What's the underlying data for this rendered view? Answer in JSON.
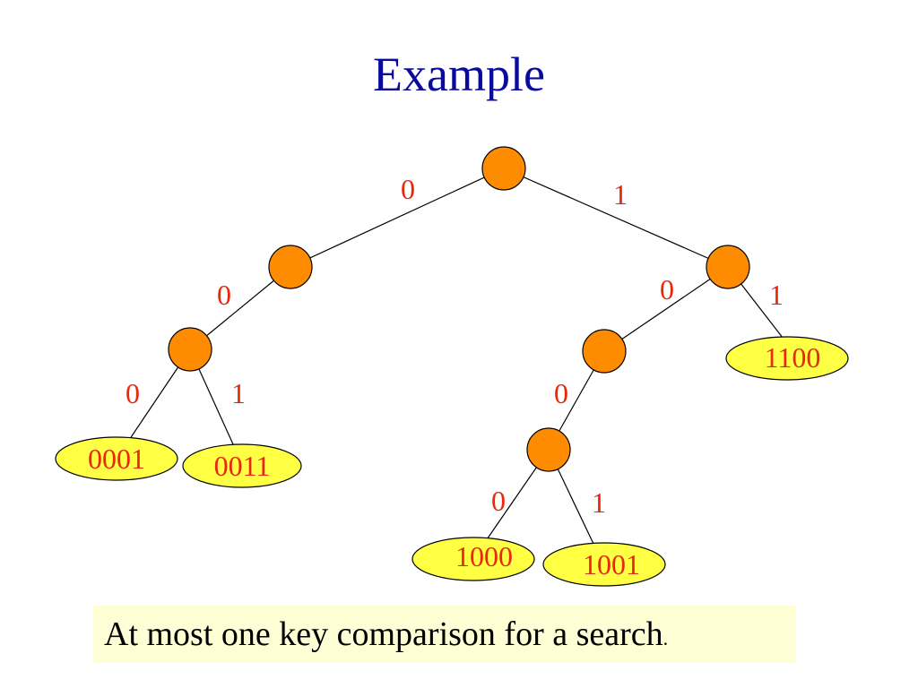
{
  "title": "Example",
  "tree": {
    "edge_labels": {
      "root_left": "0",
      "root_right": "1",
      "l_left": "0",
      "r_left": "0",
      "r_right": "1",
      "ll_left": "0",
      "ll_right": "1",
      "rl_left": "0",
      "rll_left": "0",
      "rll_right": "1"
    },
    "leaves": {
      "k0001": "0001",
      "k0011": "0011",
      "k1000": "1000",
      "k1001": "1001",
      "k1100": "1100"
    }
  },
  "caption": {
    "text": "At most one key comparison for a search",
    "period": "."
  }
}
